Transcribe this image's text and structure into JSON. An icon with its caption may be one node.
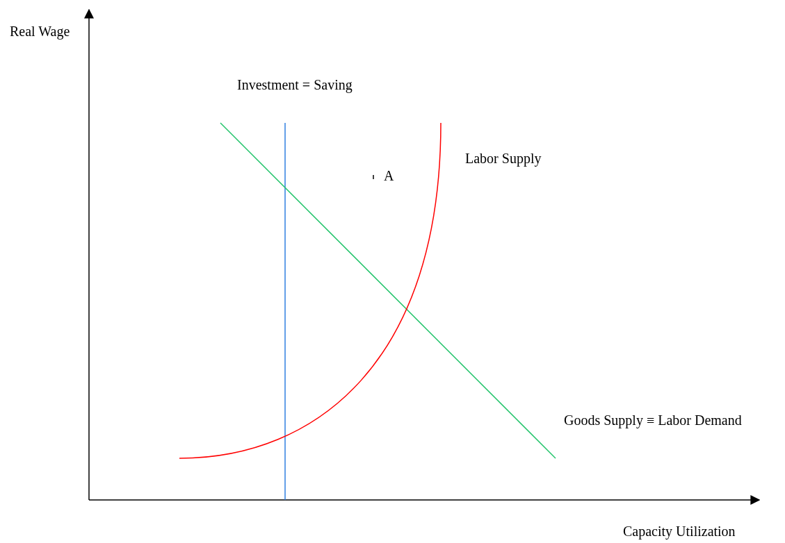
{
  "diagram": {
    "labels": [
      "Real Wage",
      "Investment = Saving",
      "Labor Supply",
      "A",
      "Goods Supply ≡ Labor Demand",
      "Capacity Utilization"
    ]
  }
}
